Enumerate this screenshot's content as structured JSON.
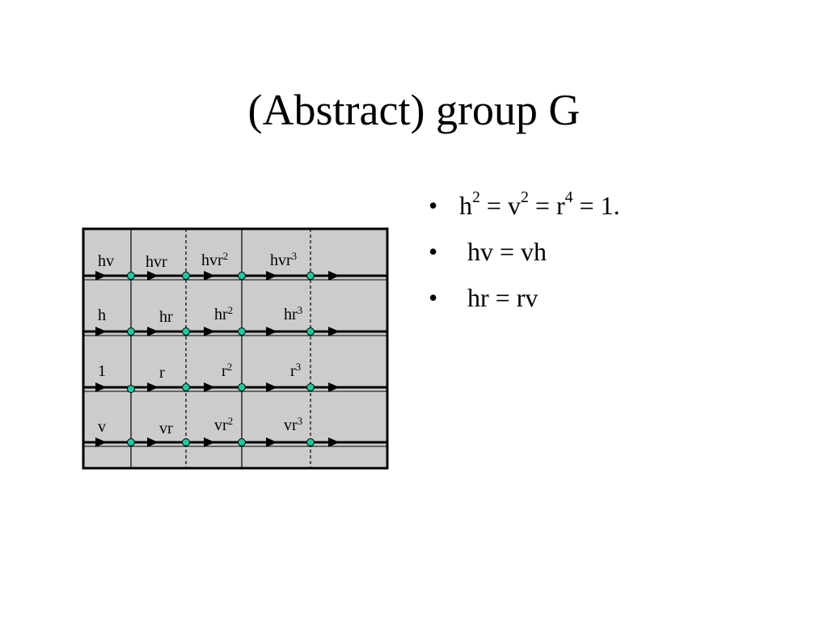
{
  "title": "(Abstract) group G",
  "bullets": [
    {
      "segments": [
        [
          "h",
          ""
        ],
        [
          "2",
          "sup"
        ],
        [
          " = v",
          ""
        ],
        [
          "2",
          "sup"
        ],
        [
          " = r",
          ""
        ],
        [
          "4",
          "sup"
        ],
        [
          " = 1.",
          ""
        ]
      ],
      "gap": false
    },
    {
      "segments": [
        [
          "hv = vh",
          ""
        ]
      ],
      "gap": true
    },
    {
      "segments": [
        [
          "hr = rv",
          ""
        ]
      ],
      "gap": true
    }
  ],
  "bullet_symbol": "•",
  "diagram": {
    "columns": 5,
    "rows": 4,
    "cell_labels": [
      [
        [
          "hv",
          ""
        ]
      ],
      [
        [
          "hvr",
          ""
        ]
      ],
      [
        [
          "hvr",
          ""
        ],
        [
          "2",
          "sup"
        ]
      ],
      [
        [
          "hvr",
          ""
        ],
        [
          "3",
          "sup"
        ]
      ],
      [
        [
          "h",
          ""
        ]
      ],
      [
        [
          "hr",
          ""
        ]
      ],
      [
        [
          "hr",
          ""
        ],
        [
          "2",
          "sup"
        ]
      ],
      [
        [
          "hr",
          ""
        ],
        [
          "3",
          "sup"
        ]
      ],
      [
        [
          "1",
          ""
        ]
      ],
      [
        [
          "r",
          ""
        ]
      ],
      [
        [
          "r",
          ""
        ],
        [
          "2",
          "sup"
        ]
      ],
      [
        [
          "r",
          ""
        ],
        [
          "3",
          "sup"
        ]
      ],
      [
        [
          "v",
          ""
        ]
      ],
      [
        [
          "vr",
          ""
        ]
      ],
      [
        [
          "vr",
          ""
        ],
        [
          "2",
          "sup"
        ]
      ],
      [
        [
          "vr",
          ""
        ],
        [
          "3",
          "sup"
        ]
      ]
    ],
    "colors": {
      "background": "#cccccc",
      "line": "#000000",
      "node_fill": "#22c7a0",
      "node_stroke": "#000000"
    }
  }
}
